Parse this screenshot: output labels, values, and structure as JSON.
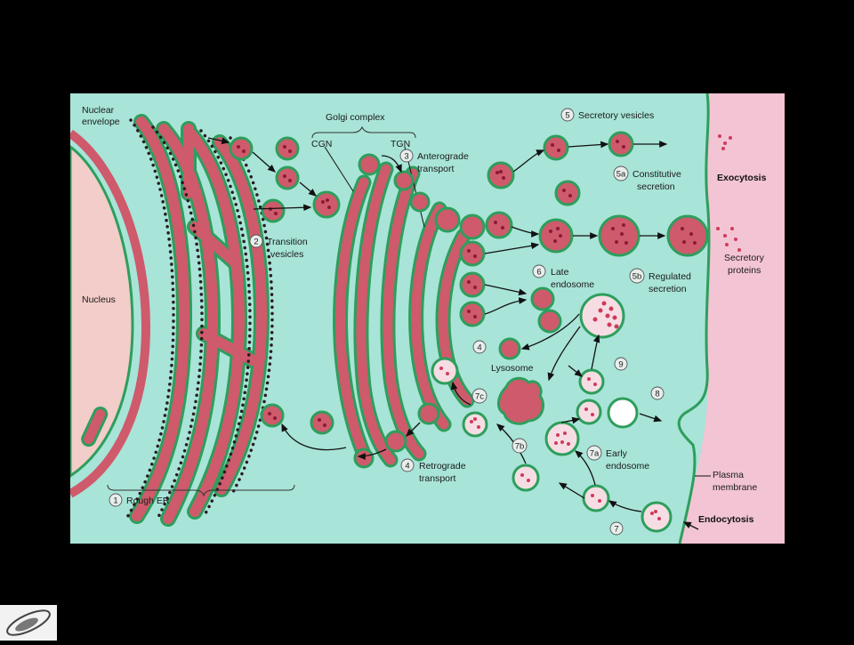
{
  "labels": {
    "nuclear_envelope": [
      "Nuclear",
      "envelope"
    ],
    "nucleus": "Nucleus",
    "golgi_complex": "Golgi complex",
    "cgn": "CGN",
    "tgn": "TGN",
    "rough_er": "Rough ER",
    "transition_vesicles": [
      "Transition",
      "vesicles"
    ],
    "anterograde_transport": [
      "Anterograde",
      "transport"
    ],
    "retrograde_transport": [
      "Retrograde",
      "transport"
    ],
    "secretory_vesicles": "Secretory vesicles",
    "constitutive_secretion": [
      "Constitutive",
      "secretion"
    ],
    "regulated_secretion": [
      "Regulated",
      "secretion"
    ],
    "exocytosis": "Exocytosis",
    "secretory_proteins": [
      "Secretory",
      "proteins"
    ],
    "late_endosome": [
      "Late",
      "endosome"
    ],
    "lysosome": "Lysosome",
    "early_endosome": [
      "Early",
      "endosome"
    ],
    "plasma_membrane": [
      "Plasma",
      "membrane"
    ],
    "endocytosis": "Endocytosis"
  },
  "steps": {
    "s1": "1",
    "s2": "2",
    "s3": "3",
    "s4a": "4",
    "s4b": "4",
    "s5": "5",
    "s5a": "5a",
    "s5b": "5b",
    "s6": "6",
    "s7": "7",
    "s7a": "7a",
    "s7b": "7b",
    "s7c": "7c",
    "s8": "8",
    "s9": "9"
  },
  "colors": {
    "cytoplasm": "#a8e4d8",
    "nucleus": "#f2cdc9",
    "extracellular": "#f3c4d4",
    "membrane": "#2e9e5c",
    "lumen": "#cf5a6c",
    "ribosome": "#2a1a22",
    "cargo": "#8b1a35",
    "endosome_lumen": "#f6dde4"
  }
}
